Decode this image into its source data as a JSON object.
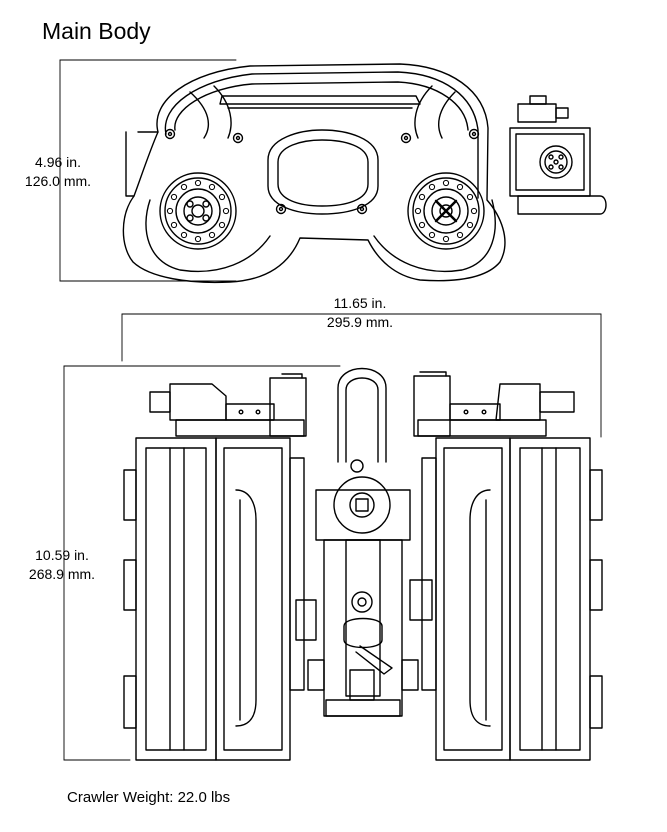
{
  "title": "Main Body",
  "dimensions": {
    "height_top": {
      "in": "4.96 in.",
      "mm": "126.0 mm."
    },
    "width": {
      "in": "11.65 in.",
      "mm": "295.9 mm."
    },
    "height_front": {
      "in": "10.59 in.",
      "mm": "268.9 mm."
    }
  },
  "footer": "Crawler Weight: 22.0 lbs"
}
